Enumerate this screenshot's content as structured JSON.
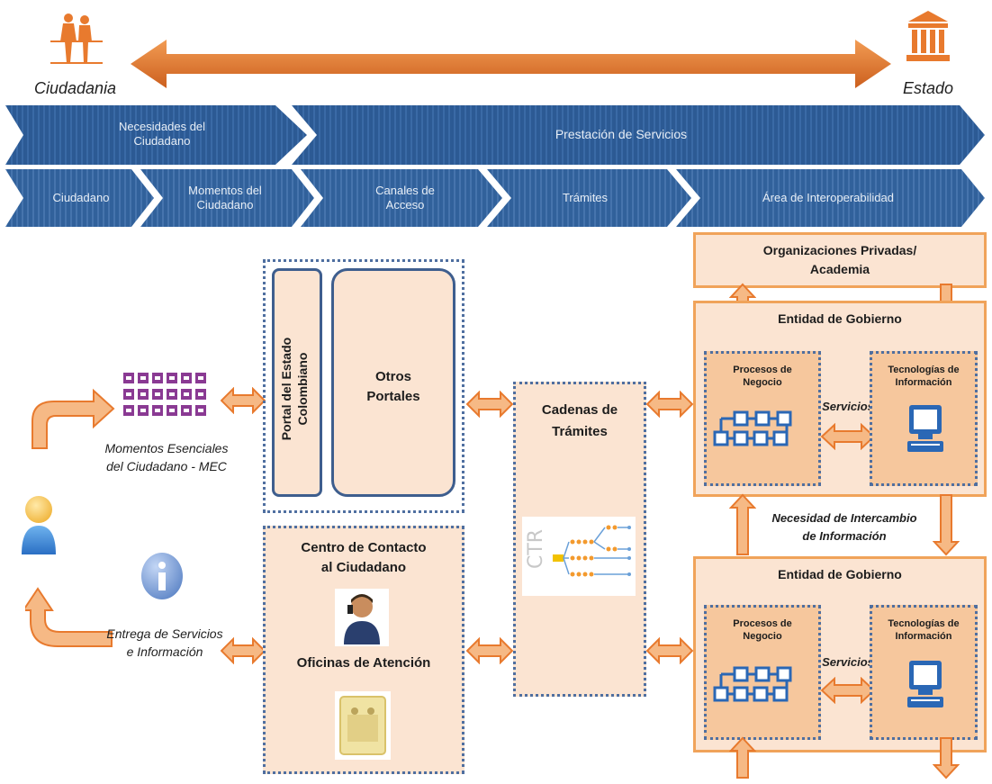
{
  "header": {
    "left_label": "Ciudadania",
    "right_label": "Estado"
  },
  "band1": {
    "items": [
      {
        "label": "Necesidades del\nCiudadano"
      },
      {
        "label": "Prestación de Servicios"
      }
    ]
  },
  "band2": {
    "items": [
      {
        "label": "Ciudadano"
      },
      {
        "label": "Momentos del\nCiudadano"
      },
      {
        "label": "Canales de\nAcceso"
      },
      {
        "label": "Trámites"
      },
      {
        "label": "Área de Interoperabilidad"
      }
    ]
  },
  "left": {
    "mec_label": "Momentos Esenciales\ndel Ciudadano - MEC",
    "entrega_label": "Entrega de Servicios\ne Información"
  },
  "portals": {
    "portal_estado": "Portal del Estado\nColombiano",
    "otros_portales": "Otros\nPortales"
  },
  "contact": {
    "title": "Centro de Contacto\nal Ciudadano",
    "oficinas": "Oficinas de Atención"
  },
  "cadenas": {
    "title": "Cadenas de\nTrámites"
  },
  "right": {
    "org_privadas": "Organizaciones Privadas/\nAcademia",
    "entidad_top": {
      "title": "Entidad de Gobierno",
      "procesos": "Procesos de\nNegocio",
      "tecnologias": "Tecnologías de\nInformación",
      "servicios": "Servicios"
    },
    "necesidad": "Necesidad de Intercambio\nde Información",
    "entidad_bottom": {
      "title": "Entidad de Gobierno",
      "procesos": "Procesos de\nNegocio",
      "tecnologias": "Tecnologías de\nInformación",
      "servicios": "Servicios"
    }
  },
  "colors": {
    "orange": "#e87a2e",
    "light_orange": "#f6b985",
    "peach": "#fbe4d2",
    "blue_dark": "#1f4e89",
    "blue_dotted": "#4f6fa0",
    "purple": "#8a3a93"
  }
}
